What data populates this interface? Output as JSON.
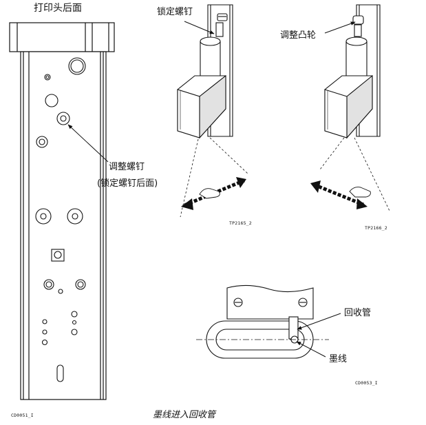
{
  "labels": {
    "printhead_back": "打印头后面",
    "lock_screw_top": "锁定螺钉",
    "adjust_cam": "调整凸轮",
    "adjust_screw": "调整螺钉",
    "lock_screw_back": "(锁定螺钉后面)",
    "return_tube": "回收管",
    "ink_line": "墨线",
    "caption": "墨线进入回收管"
  },
  "codes": {
    "left_fig": "CD0051_I",
    "mid_fig_1": "TP2165_2",
    "mid_fig_2": "TP2166_2",
    "bottom_fig": "CD0053_I"
  },
  "colors": {
    "ink": "#111111",
    "shade": "#d9d9d9",
    "paper": "#ffffff"
  }
}
